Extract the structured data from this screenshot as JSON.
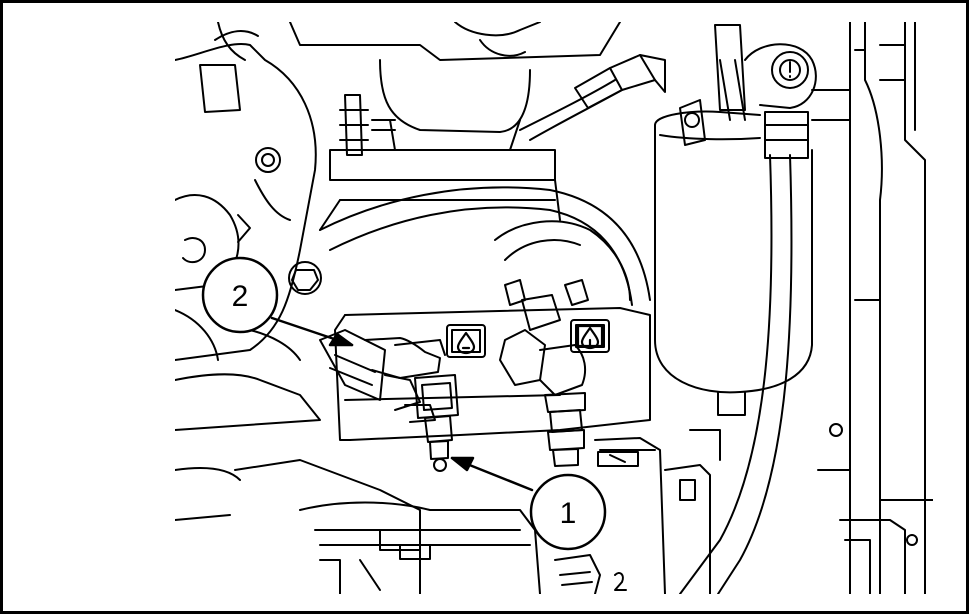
{
  "figure": {
    "callouts": [
      {
        "id": "1",
        "label": "1"
      },
      {
        "id": "2",
        "label": "2"
      }
    ],
    "icons": [
      "drain-drop-icon",
      "fuel-drop-icon"
    ],
    "colors": {
      "line": "#000000",
      "background": "#ffffff"
    }
  }
}
